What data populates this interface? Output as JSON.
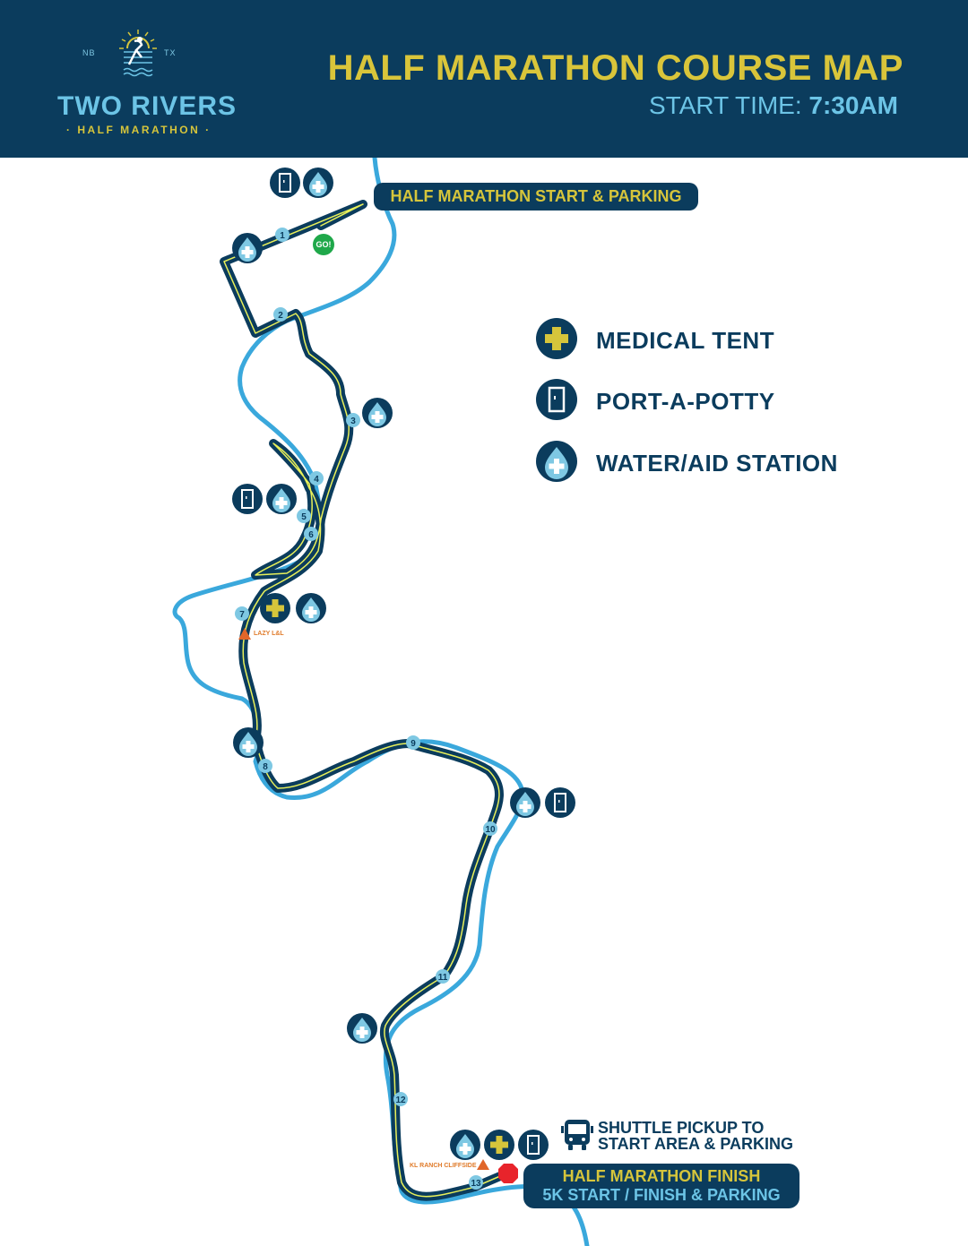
{
  "header": {
    "logo": {
      "left_tag": "NB",
      "right_tag": "TX",
      "name": "TWO RIVERS",
      "subtitle": "· HALF MARATHON ·"
    },
    "title": "HALF MARATHON COURSE MAP",
    "start_time_label": "START TIME:",
    "start_time_value": "7:30AM"
  },
  "colors": {
    "navy": "#0b3c5d",
    "gold": "#d6c53b",
    "light_blue": "#6cc4e6",
    "river": "#3aa8dc",
    "route_line": "#e8f05a",
    "go_green": "#1fa84a",
    "finish_red": "#e8242b",
    "landmark_orange": "#e0662a"
  },
  "map": {
    "start_label": "HALF MARATHON START & PARKING",
    "go_label": "GO!",
    "finish_label_line1": "HALF MARATHON FINISH",
    "finish_label_line2": "5K START / FINISH & PARKING",
    "shuttle_line1": "SHUTTLE PICKUP TO",
    "shuttle_line2": "START AREA & PARKING",
    "landmarks": [
      {
        "name": "LAZY L&L"
      },
      {
        "name": "KL RANCH CLIFFSIDE"
      }
    ],
    "mile_markers": [
      "1",
      "2",
      "3",
      "4",
      "5",
      "6",
      "7",
      "8",
      "9",
      "10",
      "11",
      "12",
      "13"
    ],
    "amenity_groups": [
      {
        "near": "start",
        "icons": [
          "port-a-potty",
          "water-aid"
        ]
      },
      {
        "near": "mile-1",
        "icons": [
          "water-aid"
        ]
      },
      {
        "near": "mile-3",
        "icons": [
          "water-aid"
        ]
      },
      {
        "near": "mile-5",
        "icons": [
          "port-a-potty",
          "water-aid"
        ]
      },
      {
        "near": "mile-7",
        "icons": [
          "medical-tent",
          "water-aid"
        ]
      },
      {
        "near": "mile-8",
        "icons": [
          "water-aid"
        ]
      },
      {
        "near": "mile-10",
        "icons": [
          "water-aid",
          "port-a-potty"
        ]
      },
      {
        "near": "mile-11.5",
        "icons": [
          "water-aid"
        ]
      },
      {
        "near": "finish",
        "icons": [
          "water-aid",
          "medical-tent",
          "port-a-potty"
        ]
      }
    ]
  },
  "legend": {
    "items": [
      {
        "icon": "medical-tent",
        "label": "MEDICAL TENT"
      },
      {
        "icon": "port-a-potty",
        "label": "PORT-A-POTTY"
      },
      {
        "icon": "water-aid",
        "label": "WATER/AID STATION"
      }
    ]
  }
}
